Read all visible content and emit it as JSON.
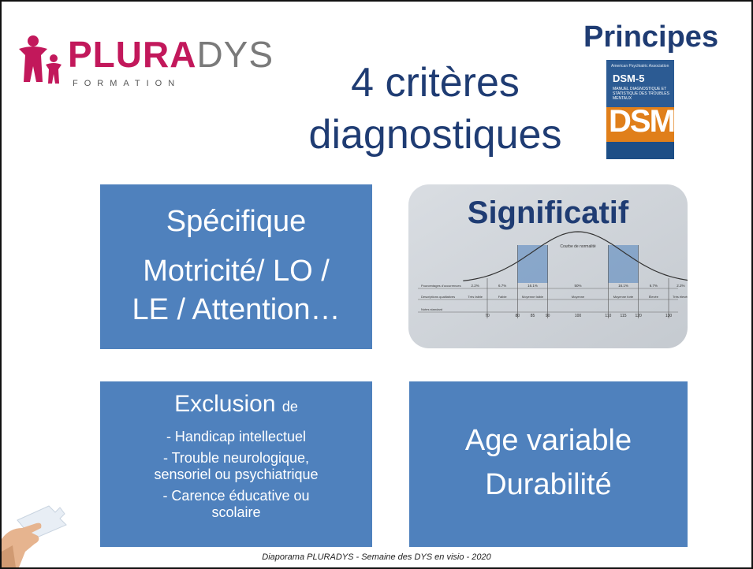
{
  "logo": {
    "brand_bold": "PLURA",
    "brand_light": "DYS",
    "subtitle": "FORMATION",
    "figure_icon": "family-figures-icon",
    "color_brand": "#c2185b"
  },
  "header": {
    "corner_title": "Principes",
    "title_line1": "4 critères",
    "title_line2": "diagnostiques"
  },
  "book": {
    "publisher": "American Psychiatric Association",
    "name": "DSM-5",
    "subtitle": "MANUEL DIAGNOSTIQUE ET STATISTIQUE DES TROUBLES MENTAUX",
    "cover_mark": "DSM"
  },
  "criteria": {
    "specifique": {
      "heading": "Spécifique",
      "line2": "Motricité/ LO /",
      "line3": "LE / Attention…"
    },
    "significatif": {
      "heading": "Significatif",
      "curve_title": "Courbe de normalité",
      "row_labels": [
        "Pourcentages d'occurrences",
        "Descriptions qualitatives",
        "Notes standard"
      ],
      "percentages": [
        "2.2%",
        "6.7%",
        "16.1%",
        "50%",
        "16.1%",
        "6.7%",
        "2.2%"
      ],
      "descriptions": [
        "Très faible",
        "Faible",
        "Moyenne faible",
        "Moyenne",
        "Moyenne forte",
        "Élevée",
        "Très élevée"
      ],
      "scores": [
        "70",
        "80",
        "85",
        "90",
        "100",
        "110",
        "115",
        "120",
        "130"
      ]
    },
    "exclusion": {
      "heading": "Exclusion",
      "heading_suffix": "de",
      "items": [
        [
          "- Handicap intellectuel"
        ],
        [
          "- Trouble neurologique,",
          "sensoriel ou psychiatrique"
        ],
        [
          "- Carence éducative ou",
          "scolaire"
        ]
      ]
    },
    "age": {
      "line1": "Age variable",
      "line2": "Durabilité"
    }
  },
  "footer": {
    "text": "Diaporama PLURADYS - Semaine des DYS en visio - 2020"
  },
  "colors": {
    "box_blue": "#4f81bd",
    "title_blue": "#1f3c73",
    "dsm_blue": "#2c5b93",
    "dsm_orange": "#e07f1a"
  }
}
